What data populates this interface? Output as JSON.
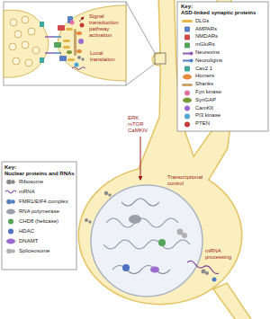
{
  "diagram": {
    "labels": [
      "Key:",
      "ASD-linked synaptic proteins",
      "Key:",
      "Nuclear proteins and RNAs",
      "Signal transduction pathway activation",
      "Local translation",
      "ERK mTOR CaMKIV",
      "Transcriptional control",
      "mRNA processing"
    ],
    "legend": [
      {
        "text": "DLGs"
      },
      {
        "text": "AMPARs"
      },
      {
        "text": "NMDARs"
      },
      {
        "text": "mGluRs"
      },
      {
        "text": "Neurexins"
      },
      {
        "text": "Neuroligins"
      },
      {
        "text": "Cav2.1"
      },
      {
        "text": "Homers"
      },
      {
        "text": "Shanks"
      },
      {
        "text": "Fyn kinase"
      },
      {
        "text": "SynGAP"
      },
      {
        "text": "CamKII"
      },
      {
        "text": "PI3 kinase"
      },
      {
        "text": "PTEN"
      },
      {
        "text": "Ribosome"
      },
      {
        "text": "mRNA"
      },
      {
        "text": "FMR1/EIF4 complex"
      },
      {
        "text": "RNA polymerase"
      },
      {
        "text": "CHD8 (helicase)"
      },
      {
        "text": "HDAC"
      },
      {
        "text": "DNAMT"
      },
      {
        "text": "Spliceosome"
      }
    ]
  }
}
